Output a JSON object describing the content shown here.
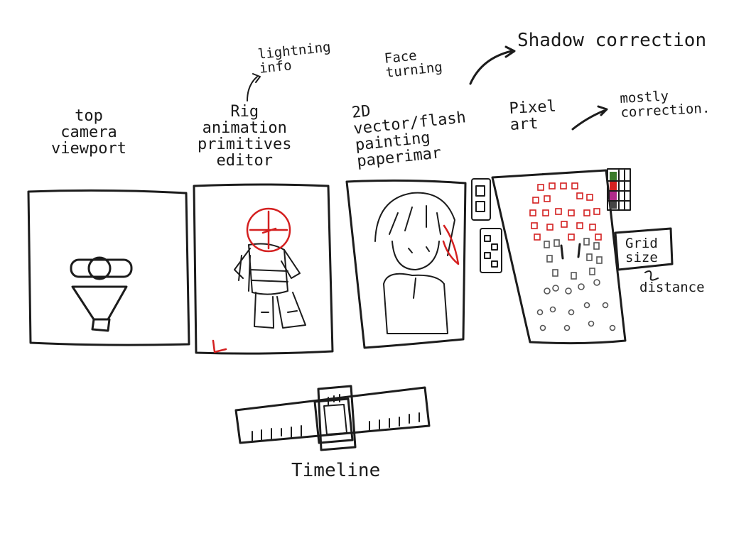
{
  "labels": {
    "top_camera_viewport": "top\ncamera\nviewport",
    "lightning_info": "lightning\ninfo",
    "rig_animation": "Rig\nanimation\nprimitives\neditor",
    "face_turning": "Face\nturning",
    "vector_flash": "2D\nvector/flash\npainting\npaperimar",
    "shadow_correction": "Shadow correction",
    "pixel_art": "Pixel\nart",
    "mostly_correction": "mostly\ncorrection.",
    "grid_size": "Grid\nsize",
    "distance": "distance",
    "timeline": "Timeline"
  },
  "colors": {
    "ink": "#1c1c1c",
    "accent_red": "#d42020",
    "palette": [
      "#3a7a2a",
      "#d42020",
      "#b02a8a",
      "#444444"
    ]
  }
}
